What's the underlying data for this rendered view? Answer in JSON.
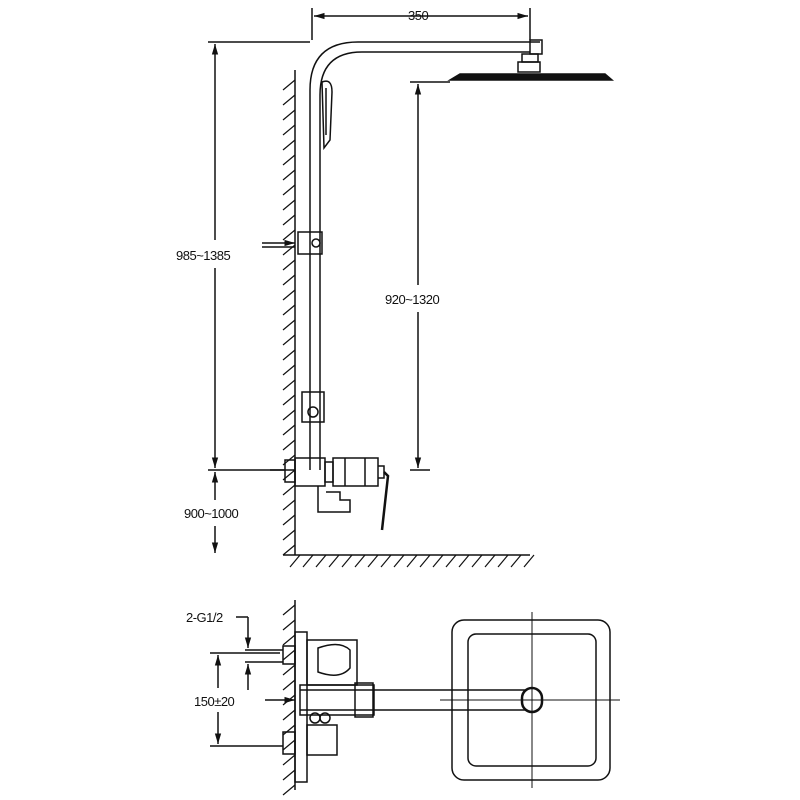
{
  "elevation": {
    "arm_length": "350",
    "total_height": "985~1385",
    "head_to_valve": "920~1320",
    "valve_height": "900~1000"
  },
  "plan": {
    "inlet": "2-G1/2",
    "inlet_spacing": "150±20"
  },
  "colors": {
    "line": "#111111",
    "background": "#ffffff"
  }
}
